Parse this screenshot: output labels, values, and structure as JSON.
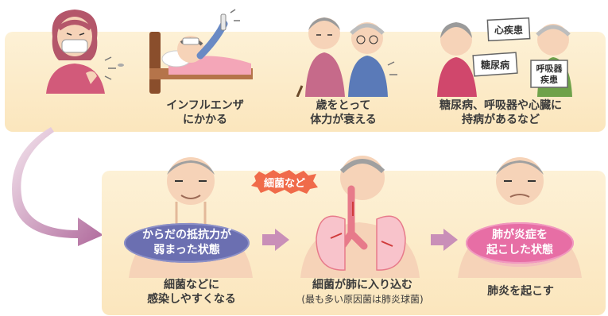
{
  "top_row": [
    {
      "caption_lines": [
        "インフルエンザ",
        "にかかる"
      ]
    },
    {
      "caption_lines": [
        "歳をとって",
        "体力が衰える"
      ]
    },
    {
      "caption_lines": [
        "糖尿病、呼吸器や心臓に",
        "持病があるなど"
      ]
    }
  ],
  "signs": {
    "heart": "心疾患",
    "diabetes": "糖尿病",
    "respiratory": [
      "呼吸器",
      "疾患"
    ]
  },
  "flow": {
    "resistance_lines": [
      "からだの抵抗力が",
      "弱まった状態"
    ],
    "bacteria_label": "細菌など",
    "inflammation_lines": [
      "肺が炎症を",
      "起こした状態"
    ]
  },
  "bottom_captions": [
    {
      "lines": [
        "細菌などに",
        "感染しやすくなる"
      ]
    },
    {
      "lines": [
        "細菌が肺に入り込む",
        "(最も多い原因菌は肺炎球菌)"
      ]
    },
    {
      "lines": [
        "肺炎を起こす"
      ]
    }
  ],
  "colors": {
    "panel": "#fbe6bd",
    "resistance_oval": "#6b6fb1",
    "inflammation_oval": "#e76ea5",
    "flow_arrow": "#c98fb8",
    "curve_arrow": "#b06a9c",
    "bacteria_burst": "#f06b4a"
  }
}
